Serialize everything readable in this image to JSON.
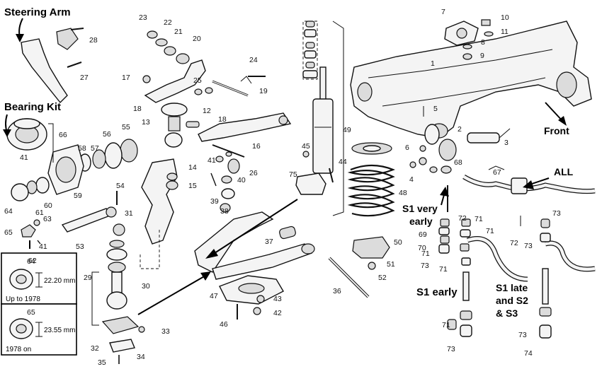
{
  "headings": {
    "steering_arm": "Steering Arm",
    "bearing_kit": "Bearing Kit",
    "front": "Front",
    "all": "ALL",
    "s1_very_early": "S1 very\nearly",
    "s1_early": "S1 early",
    "s1_late": "S1 late\nand S2\n& S3"
  },
  "inset_boxes": [
    {
      "part": "64",
      "dimension": "22.20 mm",
      "period": "Up to 1978"
    },
    {
      "part": "65",
      "dimension": "23.55 mm",
      "period": "1978 on"
    }
  ],
  "part_numbers": [
    "1",
    "2",
    "3",
    "4",
    "5",
    "6",
    "7",
    "8",
    "9",
    "10",
    "11",
    "12",
    "13",
    "14",
    "15",
    "16",
    "17",
    "18",
    "18",
    "19",
    "20",
    "21",
    "22",
    "23",
    "24",
    "25",
    "26",
    "27",
    "28",
    "29",
    "30",
    "31",
    "32",
    "33",
    "34",
    "35",
    "36",
    "37",
    "38",
    "39",
    "40",
    "41",
    "41",
    "41",
    "42",
    "43",
    "44",
    "45",
    "46",
    "47",
    "48",
    "49",
    "50",
    "51",
    "52",
    "53",
    "54",
    "55",
    "56",
    "57",
    "58",
    "59",
    "60",
    "61",
    "62",
    "63",
    "64",
    "65",
    "66",
    "67",
    "68",
    "69",
    "70",
    "71",
    "71",
    "71",
    "71",
    "71",
    "72",
    "72",
    "73",
    "73",
    "73",
    "73",
    "73",
    "74",
    "75"
  ],
  "colors": {
    "ink": "#111111",
    "paper": "#ffffff"
  }
}
